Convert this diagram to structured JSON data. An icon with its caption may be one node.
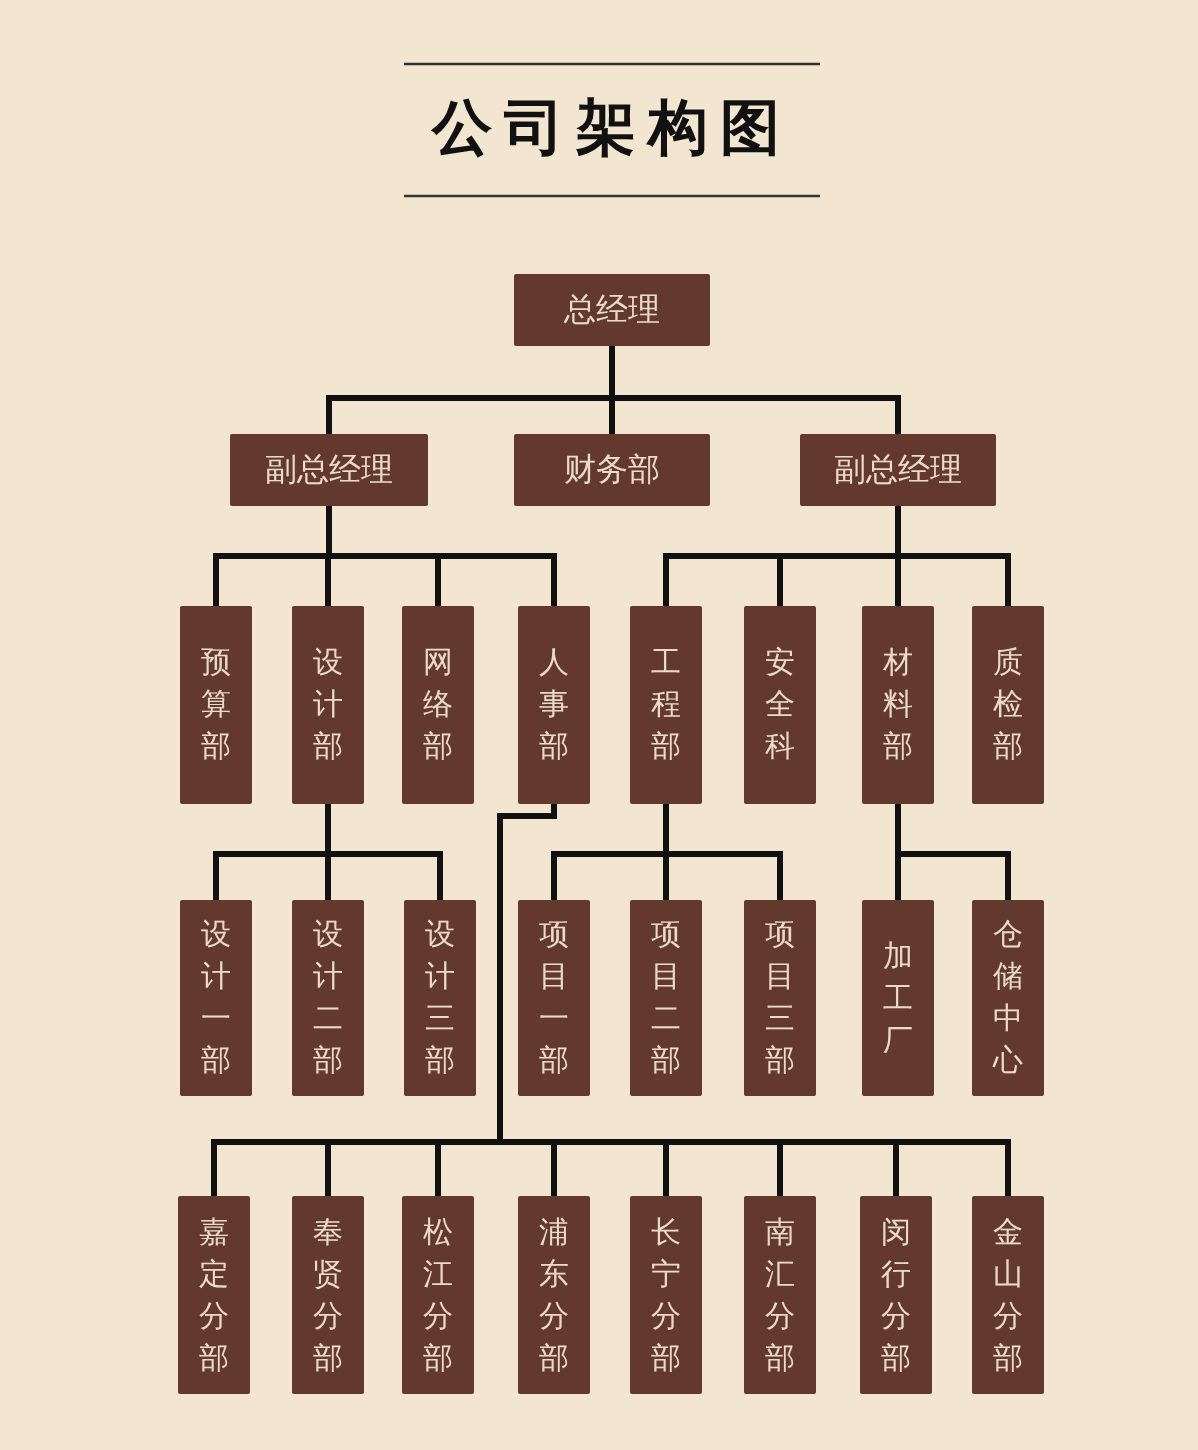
{
  "diagram": {
    "title": "公司架构图",
    "nodes": [
      {
        "text": [
          "总经理"
        ]
      },
      {
        "text": [
          "副总经理"
        ]
      },
      {
        "text": [
          "财务部"
        ]
      },
      {
        "text": [
          "副总经理"
        ]
      },
      {
        "text": [
          "预算部"
        ]
      },
      {
        "text": [
          "设计部"
        ]
      },
      {
        "text": [
          "网络部"
        ]
      },
      {
        "text": [
          "人事部"
        ]
      },
      {
        "text": [
          "工程部"
        ]
      },
      {
        "text": [
          "安全科"
        ]
      },
      {
        "text": [
          "材料部"
        ]
      },
      {
        "text": [
          "质检部"
        ]
      },
      {
        "text": [
          "设计一部"
        ]
      },
      {
        "text": [
          "设计二部"
        ]
      },
      {
        "text": [
          "设计三部"
        ]
      },
      {
        "text": [
          "项目一部"
        ]
      },
      {
        "text": [
          "项目二部"
        ]
      },
      {
        "text": [
          "项目三部"
        ]
      },
      {
        "text": [
          "加工厂"
        ]
      },
      {
        "text": [
          "仓储中心"
        ]
      },
      {
        "text": [
          "嘉定分部"
        ]
      },
      {
        "text": [
          "奉贤分部"
        ]
      },
      {
        "text": [
          "松江分部"
        ]
      },
      {
        "text": [
          "浦东分部"
        ]
      },
      {
        "text": [
          "长宁分部"
        ]
      },
      {
        "text": [
          "南汇分部"
        ]
      },
      {
        "text": [
          "闵行分部"
        ]
      },
      {
        "text": [
          "金山分部"
        ]
      }
    ],
    "edges": [
      {
        "from": 0,
        "to": 1,
        "arrow": "none"
      },
      {
        "from": 0,
        "to": 2,
        "arrow": "none"
      },
      {
        "from": 0,
        "to": 3,
        "arrow": "none"
      },
      {
        "from": 1,
        "to": 4,
        "arrow": "none"
      },
      {
        "from": 1,
        "to": 5,
        "arrow": "none"
      },
      {
        "from": 1,
        "to": 6,
        "arrow": "none"
      },
      {
        "from": 1,
        "to": 7,
        "arrow": "none"
      },
      {
        "from": 3,
        "to": 8,
        "arrow": "none"
      },
      {
        "from": 3,
        "to": 9,
        "arrow": "none"
      },
      {
        "from": 3,
        "to": 10,
        "arrow": "none"
      },
      {
        "from": 3,
        "to": 11,
        "arrow": "none"
      },
      {
        "from": 5,
        "to": 12,
        "arrow": "none"
      },
      {
        "from": 5,
        "to": 13,
        "arrow": "none"
      },
      {
        "from": 5,
        "to": 14,
        "arrow": "none"
      },
      {
        "from": 8,
        "to": 15,
        "arrow": "none"
      },
      {
        "from": 8,
        "to": 16,
        "arrow": "none"
      },
      {
        "from": 8,
        "to": 17,
        "arrow": "none"
      },
      {
        "from": 10,
        "to": 18,
        "arrow": "none"
      },
      {
        "from": 10,
        "to": 19,
        "arrow": "none"
      },
      {
        "from": 7,
        "to": 20,
        "arrow": "none"
      },
      {
        "from": 7,
        "to": 21,
        "arrow": "none"
      },
      {
        "from": 7,
        "to": 22,
        "arrow": "none"
      },
      {
        "from": 7,
        "to": 23,
        "arrow": "none"
      },
      {
        "from": 7,
        "to": 24,
        "arrow": "none"
      },
      {
        "from": 7,
        "to": 25,
        "arrow": "none"
      },
      {
        "from": 7,
        "to": 26,
        "arrow": "none"
      },
      {
        "from": 7,
        "to": 27,
        "arrow": "none"
      }
    ]
  }
}
